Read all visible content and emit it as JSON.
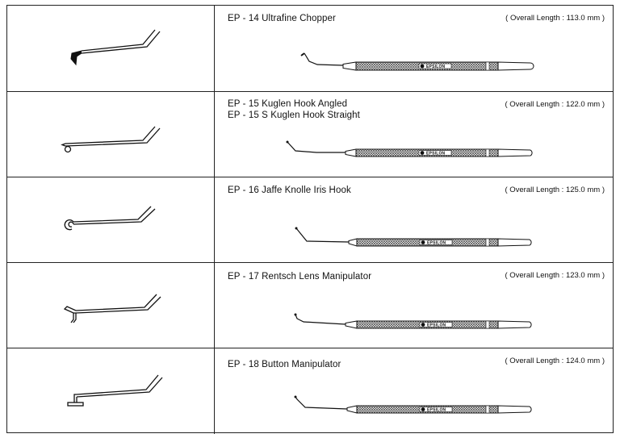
{
  "brand": "EPSILON",
  "instruments": [
    {
      "names": [
        "EP - 14  Ultrafine Chopper"
      ],
      "length": "( Overall Length : 113.0 mm )",
      "tip": "chopper"
    },
    {
      "names": [
        "EP - 15  Kuglen Hook Angled",
        "EP - 15 S  Kuglen Hook Straight"
      ],
      "length": "( Overall Length : 122.0 mm )",
      "tip": "kuglen"
    },
    {
      "names": [
        "EP - 16  Jaffe Knolle Iris Hook"
      ],
      "length": "( Overall Length : 125.0 mm )",
      "tip": "iris-hook"
    },
    {
      "names": [
        "EP - 17  Rentsch Lens Manipulator"
      ],
      "length": "( Overall Length : 123.0 mm )",
      "tip": "rentsch"
    },
    {
      "names": [
        "EP - 18  Button Manipulator"
      ],
      "length": "( Overall Length : 124.0 mm )",
      "tip": "button"
    }
  ]
}
